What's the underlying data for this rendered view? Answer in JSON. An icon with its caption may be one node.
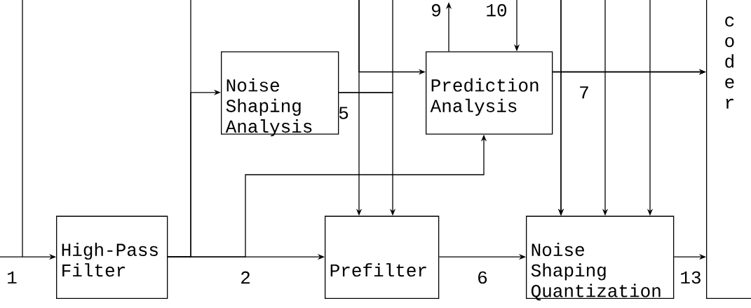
{
  "diagram": {
    "nodes": [
      {
        "text": [
          "High-Pass Filter"
        ]
      },
      {
        "text": [
          "Noise Shaping Analysis"
        ]
      },
      {
        "text": [
          "Prediction Analysis"
        ]
      },
      {
        "text": [
          "Prefilter"
        ]
      },
      {
        "text": [
          "Noise Shaping Quantization"
        ]
      },
      {
        "text": [
          "c o d e r"
        ]
      }
    ],
    "edges": [
      {
        "from": null,
        "to": 0,
        "arrow": "to",
        "label": "1"
      },
      {
        "from": 0,
        "to": 1,
        "arrow": "to"
      },
      {
        "from": 0,
        "to": 2,
        "arrow": "to"
      },
      {
        "from": 0,
        "to": 3,
        "arrow": "to",
        "label": "2"
      },
      {
        "from": 0,
        "to": null,
        "arrow": "none"
      },
      {
        "from": 1,
        "to": 3,
        "arrow": "to",
        "label": "5"
      },
      {
        "from": 1,
        "to": null,
        "arrow": "none"
      },
      {
        "from": null,
        "to": 2,
        "arrow": "to"
      },
      {
        "from": null,
        "to": 3,
        "arrow": "to"
      },
      {
        "from": 2,
        "to": null,
        "arrow": "to",
        "label": "9"
      },
      {
        "from": null,
        "to": 2,
        "arrow": "to",
        "label": "10"
      },
      {
        "from": 2,
        "to": 4,
        "arrow": "to",
        "label": "7"
      },
      {
        "from": 2,
        "to": 5,
        "arrow": "to"
      },
      {
        "from": null,
        "to": 4,
        "arrow": "to"
      },
      {
        "from": null,
        "to": 5,
        "arrow": "to"
      },
      {
        "from": null,
        "to": 4,
        "arrow": "to"
      },
      {
        "from": null,
        "to": 4,
        "arrow": "to"
      },
      {
        "from": 3,
        "to": 4,
        "arrow": "to",
        "label": "6"
      },
      {
        "from": 4,
        "to": 5,
        "arrow": "to",
        "label": "13"
      }
    ]
  }
}
